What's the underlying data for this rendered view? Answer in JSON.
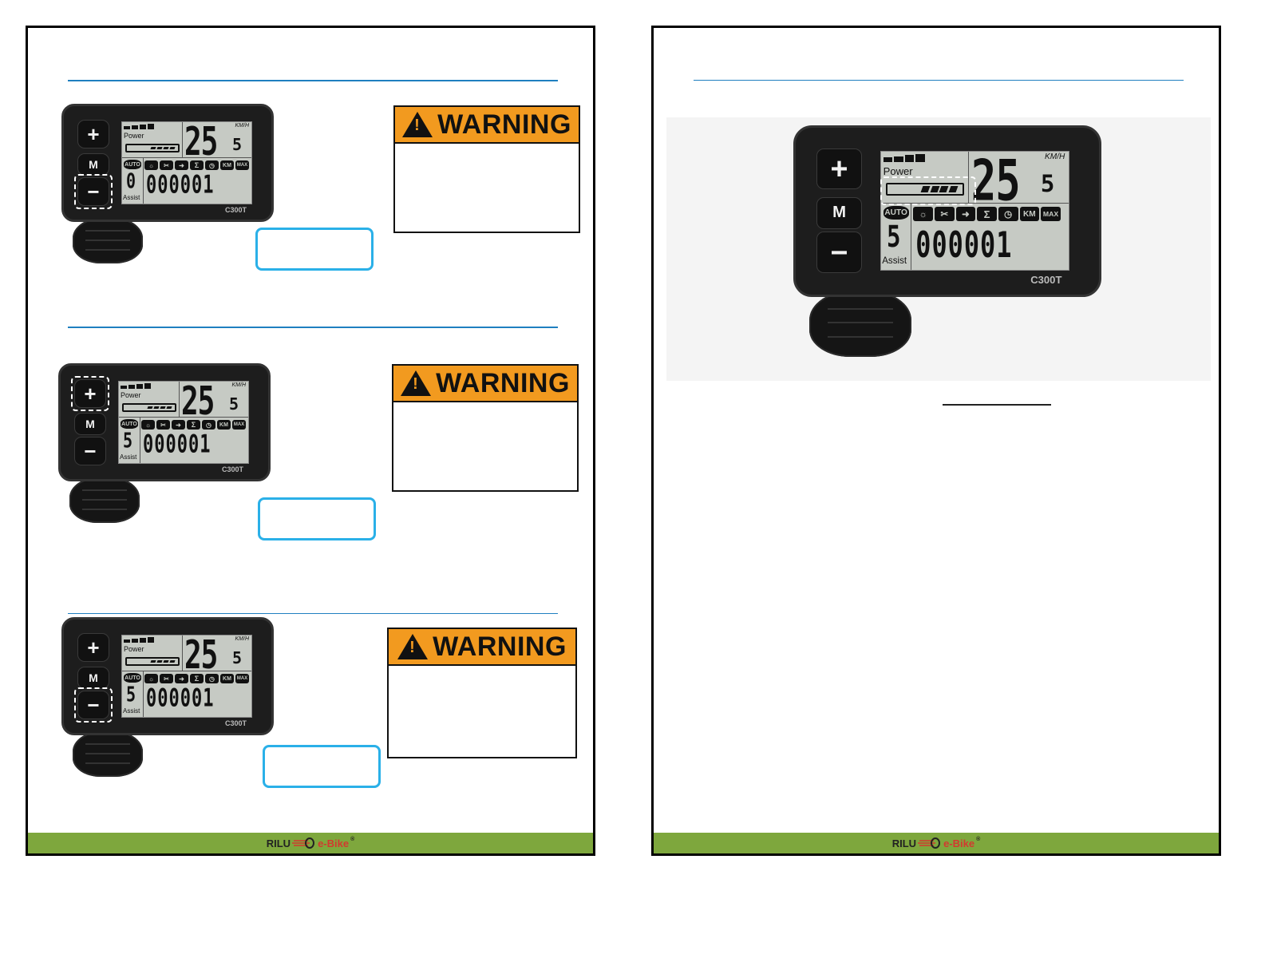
{
  "left_page": {
    "devices": [
      {
        "speed_int": "25",
        "speed_dec": "5",
        "unit": "KM/H",
        "power_label": "Power",
        "auto_label": "AUTO",
        "assist_level": "0",
        "assist_label": "Assist",
        "odometer": "000001",
        "model": "C300T",
        "highlighted_button": "minus"
      },
      {
        "speed_int": "25",
        "speed_dec": "5",
        "unit": "KM/H",
        "power_label": "Power",
        "auto_label": "AUTO",
        "assist_level": "5",
        "assist_label": "Assist",
        "odometer": "000001",
        "model": "C300T",
        "highlighted_button": "plus"
      },
      {
        "speed_int": "25",
        "speed_dec": "5",
        "unit": "KM/H",
        "power_label": "Power",
        "auto_label": "AUTO",
        "assist_level": "5",
        "assist_label": "Assist",
        "odometer": "000001",
        "model": "C300T",
        "highlighted_button": "minus"
      }
    ],
    "warnings": [
      "WARNING",
      "WARNING",
      "WARNING"
    ]
  },
  "right_page": {
    "device": {
      "speed_int": "25",
      "speed_dec": "5",
      "unit": "KM/H",
      "power_label": "Power",
      "auto_label": "AUTO",
      "assist_level": "5",
      "assist_label": "Assist",
      "odometer": "000001",
      "model": "C300T",
      "highlighted": "battery"
    }
  },
  "buttons": {
    "plus": "+",
    "mode": "M",
    "minus": "−"
  },
  "icons": [
    "light-icon",
    "wrench-icon",
    "walk-assist-icon",
    "sigma-icon",
    "timer-icon",
    "km-icon",
    "max-icon"
  ],
  "icon_labels": {
    "sigma": "Σ",
    "km": "KM",
    "max": "MAX"
  },
  "footer": {
    "brand_left": "RILU",
    "brand_right": "e-Bike",
    "registered": "®"
  },
  "colors": {
    "accent_rule": "#1f7fc0",
    "footer_green": "#7ea73d",
    "warning_orange": "#f29a1f",
    "callout_blue": "#2ab0e8"
  }
}
